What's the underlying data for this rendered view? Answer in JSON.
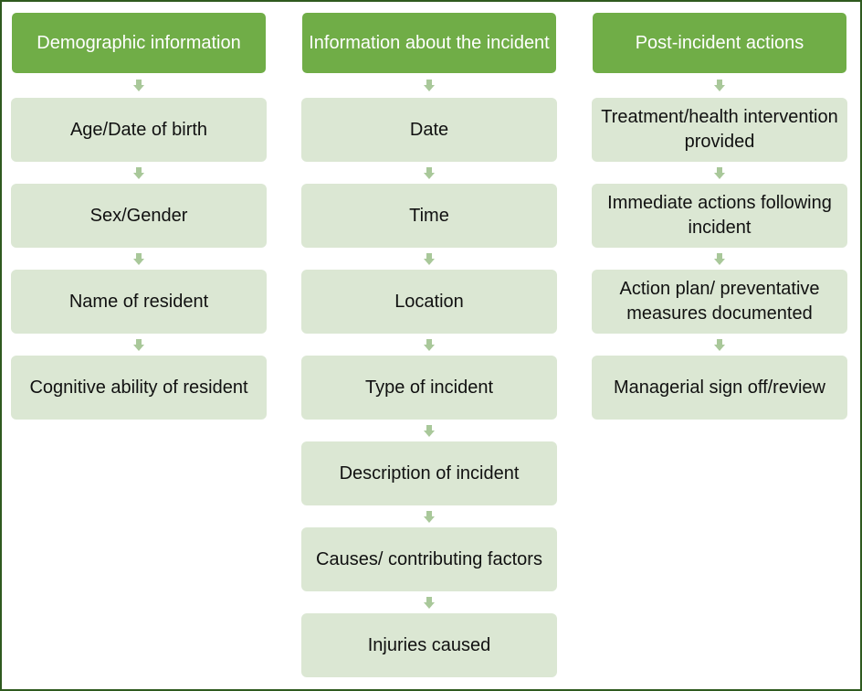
{
  "columns": [
    {
      "title": "Demographic information",
      "items": [
        "Age/Date of birth",
        "Sex/Gender",
        "Name of resident",
        "Cognitive ability of resident"
      ]
    },
    {
      "title": "Information about the incident",
      "items": [
        "Date",
        "Time",
        "Location",
        "Type of incident",
        "Description of incident",
        "Causes/ contributing factors",
        "Injuries caused"
      ]
    },
    {
      "title": "Post-incident actions",
      "items": [
        "Treatment/health intervention provided",
        "Immediate actions following incident",
        "Action plan/ preventative measures documented",
        "Managerial sign off/review"
      ]
    }
  ],
  "colors": {
    "header": "#70ad47",
    "item": "#dbe7d3",
    "arrow": "#a9c89a",
    "border": "#2f5a1f"
  }
}
